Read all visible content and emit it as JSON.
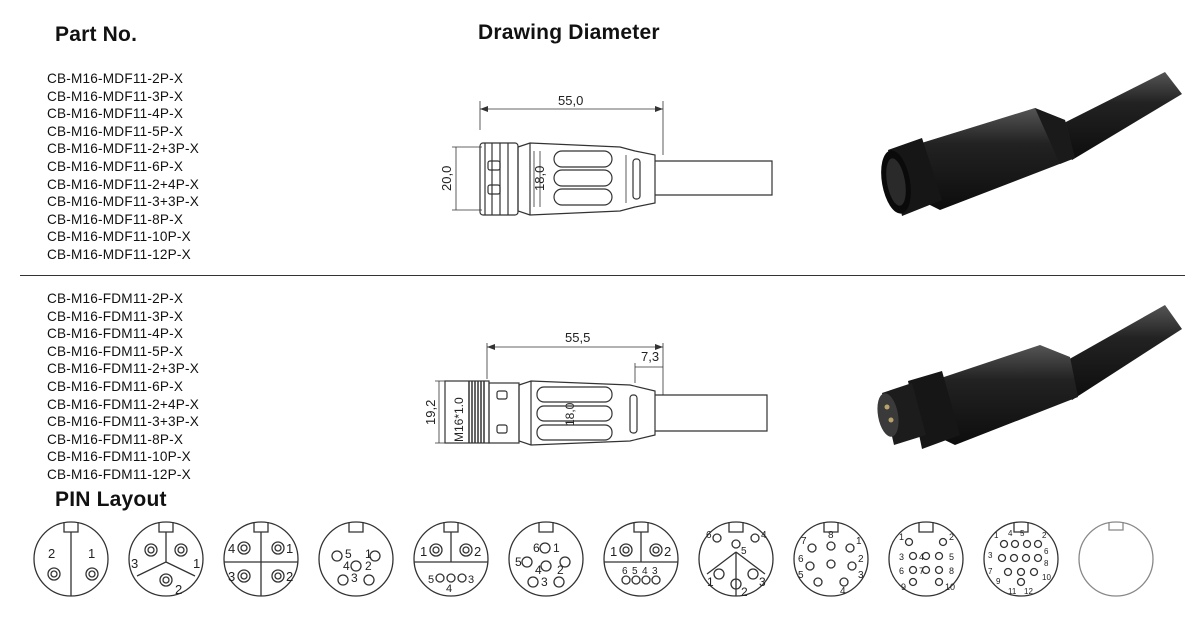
{
  "headers": {
    "part_no": "Part No.",
    "drawing_diameter": "Drawing Diameter",
    "pin_layout": "PIN Layout"
  },
  "female_parts": [
    "CB-M16-MDF11-2P-X",
    "CB-M16-MDF11-3P-X",
    "CB-M16-MDF11-4P-X",
    "CB-M16-MDF11-5P-X",
    "CB-M16-MDF11-2+3P-X",
    "CB-M16-MDF11-6P-X",
    "CB-M16-MDF11-2+4P-X",
    "CB-M16-MDF11-3+3P-X",
    "CB-M16-MDF11-8P-X",
    "CB-M16-MDF11-10P-X",
    "CB-M16-MDF11-12P-X"
  ],
  "male_parts": [
    "CB-M16-FDM11-2P-X",
    "CB-M16-FDM11-3P-X",
    "CB-M16-FDM11-4P-X",
    "CB-M16-FDM11-5P-X",
    "CB-M16-FDM11-2+3P-X",
    "CB-M16-FDM11-6P-X",
    "CB-M16-FDM11-2+4P-X",
    "CB-M16-FDM11-3+3P-X",
    "CB-M16-FDM11-8P-X",
    "CB-M16-FDM11-10P-X",
    "CB-M16-FDM11-12P-X"
  ],
  "drawing_female": {
    "length": "55,0",
    "outer_dia": "20,0",
    "body_dia": "18,0"
  },
  "drawing_male": {
    "length": "55,5",
    "thread_len": "7,3",
    "outer_dia": "19,2",
    "thread": "M16*1.0",
    "body_dia": "18,0"
  },
  "pin_layouts": [
    {
      "name": "2P",
      "labels": [
        "2",
        "1"
      ]
    },
    {
      "name": "3P",
      "labels": [
        "3",
        "1",
        "2"
      ]
    },
    {
      "name": "4P",
      "labels": [
        "4",
        "1",
        "3",
        "2"
      ]
    },
    {
      "name": "5P",
      "labels": [
        "5",
        "1",
        "4",
        "3",
        "2"
      ]
    },
    {
      "name": "2+3P",
      "labels": [
        "1",
        "2",
        "5",
        "4",
        "3"
      ]
    },
    {
      "name": "6P",
      "labels": [
        "6",
        "1",
        "5",
        "4",
        "3",
        "2"
      ]
    },
    {
      "name": "2+4P",
      "labels": [
        "1",
        "2",
        "6",
        "5",
        "4",
        "3"
      ]
    },
    {
      "name": "3+3P",
      "labels": [
        "6",
        "4",
        "5",
        "1",
        "2",
        "3"
      ]
    },
    {
      "name": "8P",
      "labels": [
        "7",
        "8",
        "1",
        "6",
        "2",
        "5",
        "3",
        "4"
      ]
    },
    {
      "name": "10P",
      "labels": [
        "1",
        "2",
        "3",
        "4",
        "5",
        "6",
        "7",
        "8",
        "9",
        "10"
      ]
    },
    {
      "name": "12P",
      "labels": [
        "1",
        "2",
        "3",
        "4",
        "5",
        "6",
        "7",
        "8",
        "9",
        "10",
        "11",
        "12"
      ]
    },
    {
      "name": "blank",
      "labels": []
    }
  ],
  "colors": {
    "ink": "#111111",
    "connector": "#1d1d1d",
    "line": "#333333"
  }
}
